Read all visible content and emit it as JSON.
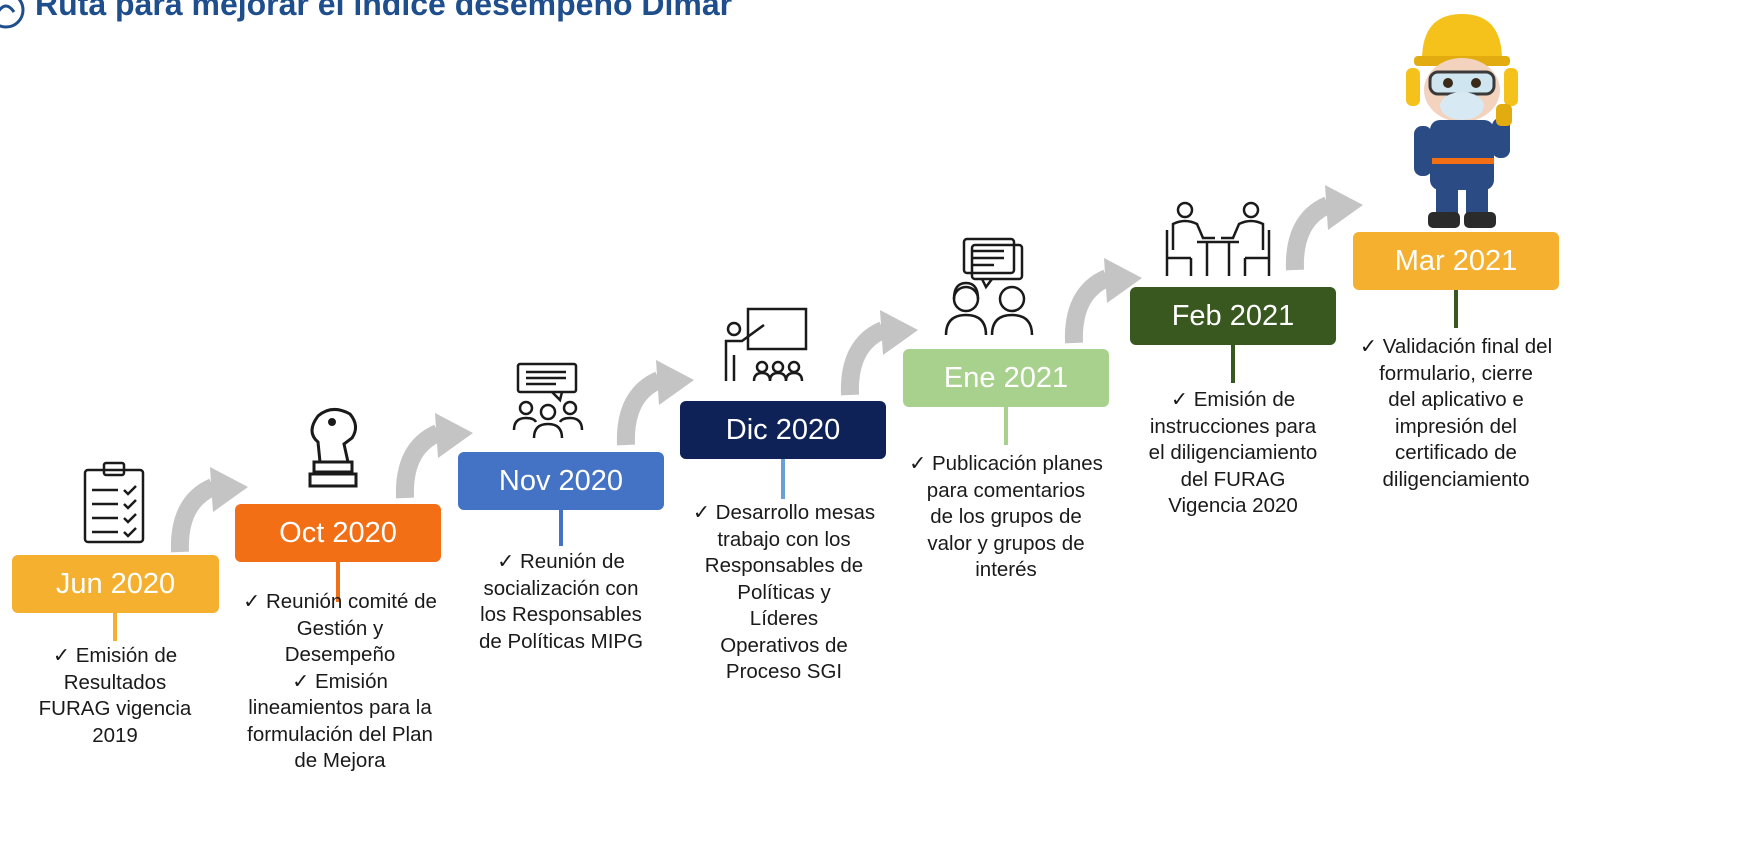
{
  "header": {
    "title": "Ruta para mejorar el índice desempeño Dimar"
  },
  "colors": {
    "jun": "#f4b02e",
    "oct": "#f36f16",
    "nov": "#4472c4",
    "dic": "#0f2257",
    "ene": "#a9d18e",
    "feb": "#38581f",
    "mar": "#f4b02e",
    "arrow": "#c4c4c4",
    "title": "#1f4e8c"
  },
  "milestones": [
    {
      "label": "Jun 2020",
      "icon": "clipboard-checklist-icon",
      "desc": [
        "✓ Emisión de",
        "Resultados",
        "FURAG vigencia",
        "2019"
      ]
    },
    {
      "label": "Oct 2020",
      "icon": "chess-knight-icon",
      "desc": [
        "✓ Reunión comité de",
        "Gestión y",
        "Desempeño",
        "✓ Emisión",
        "lineamientos para la",
        "formulación del Plan",
        "de Mejora"
      ]
    },
    {
      "label": "Nov 2020",
      "icon": "group-meeting-icon",
      "desc": [
        "✓ Reunión de",
        "socialización con",
        "los  Responsables",
        "de Políticas MIPG"
      ]
    },
    {
      "label": "Dic 2020",
      "icon": "presentation-icon",
      "desc": [
        "✓ Desarrollo mesas",
        "trabajo con los",
        "Responsables de",
        "Políticas y",
        "Líderes",
        "Operativos de",
        "Proceso SGI"
      ]
    },
    {
      "label": "Ene 2021",
      "icon": "conversation-icon",
      "desc": [
        "✓ Publicación planes",
        "para  comentarios",
        "de los grupos de",
        "valor y grupos de",
        "interés"
      ]
    },
    {
      "label": "Feb 2021",
      "icon": "desk-meeting-icon",
      "desc": [
        "✓ Emisión  de",
        "instrucciones para",
        "el diligenciamiento",
        "del FURAG",
        "Vigencia 2020"
      ]
    },
    {
      "label": "Mar 2021",
      "icon": "worker-mascot-icon",
      "desc": [
        "✓ Validación final del",
        "formulario, cierre",
        "del aplicativo e",
        "impresión del",
        "certificado de",
        "diligenciamiento"
      ]
    }
  ]
}
